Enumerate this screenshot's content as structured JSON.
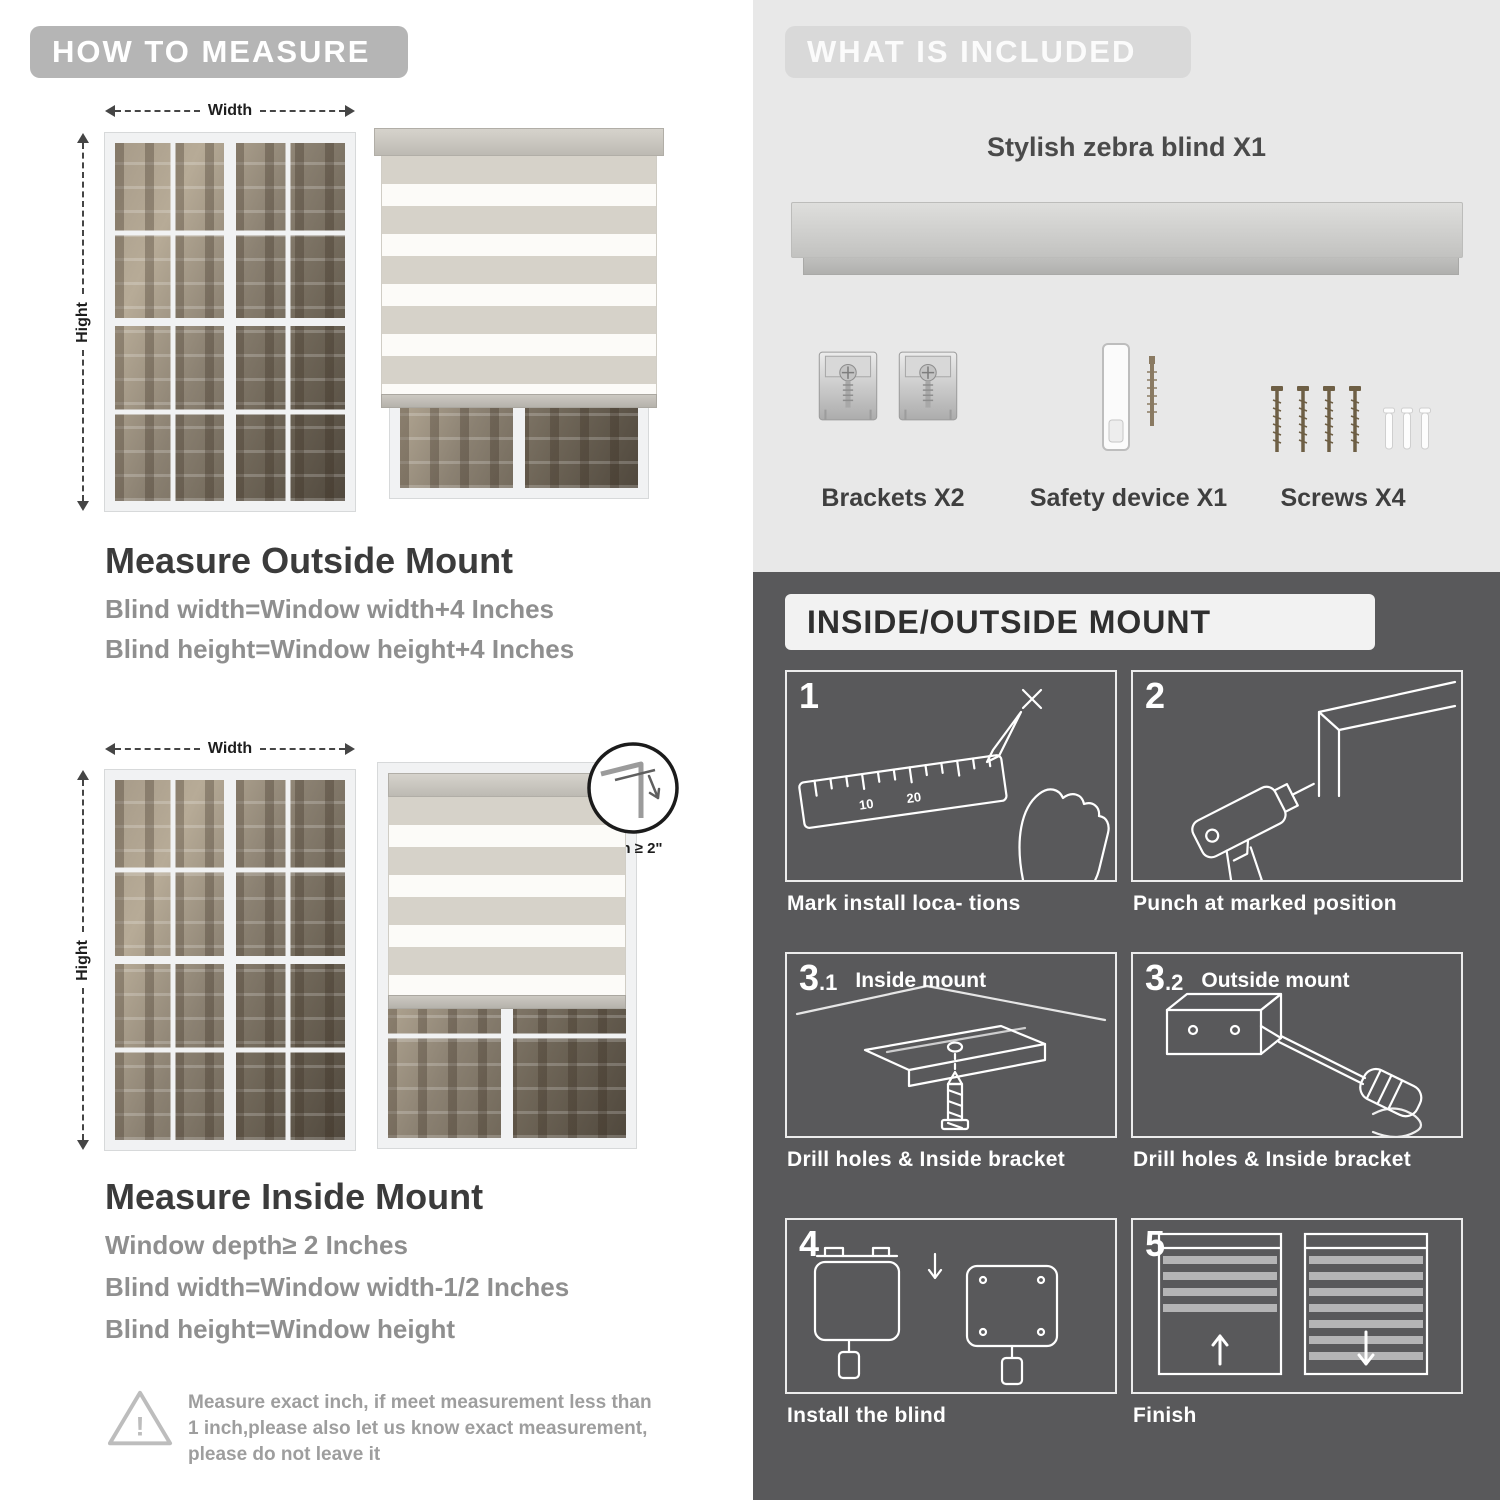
{
  "colors": {
    "banner_gray": "#b5b5b5",
    "light_section_bg": "#e8e8e8",
    "included_banner_bg": "#d9d9d9",
    "dark_section_bg": "#59595b",
    "headline_dark": "#3b3b3b",
    "body_gray": "#8f8f8f"
  },
  "left": {
    "banner_title": "HOW TO MEASURE",
    "dims": {
      "width": "Width",
      "height": "Hight"
    },
    "outside": {
      "title": "Measure Outside Mount",
      "line1": "Blind width=Window width+4 Inches",
      "line2": "Blind height=Window height+4 Inches"
    },
    "inside": {
      "depth_label": "Depth ≥ 2\"",
      "title": "Measure Inside Mount",
      "line1": "Window depth≥ 2 Inches",
      "line2": "Blind width=Window width-1/2 Inches",
      "line3": "Blind height=Window height"
    },
    "warning": {
      "icon": "warning-triangle-icon",
      "text": "Measure exact inch, if meet measurement less than 1 inch,please also let us know exact measurement, please do not leave it"
    }
  },
  "right": {
    "included": {
      "header": "WHAT IS INCLUDED",
      "blind_label": "Stylish zebra blind X1",
      "items": [
        {
          "label": "Brackets X2",
          "icon": "brackets-icon"
        },
        {
          "label": "Safety device X1",
          "icon": "safety-device-icon"
        },
        {
          "label": "Screws X4",
          "icon": "screws-icon"
        }
      ]
    },
    "mount": {
      "header": "INSIDE/OUTSIDE MOUNT",
      "steps": [
        {
          "num": "1",
          "sub": "",
          "title": "",
          "caption": "Mark install loca- tions",
          "ruler": [
            "10",
            "20"
          ]
        },
        {
          "num": "2",
          "sub": "",
          "title": "",
          "caption": "Punch at  marked position"
        },
        {
          "num": "3",
          "sub": ".1",
          "title": "Inside mount",
          "caption": "Drill holes &  Inside bracket"
        },
        {
          "num": "3",
          "sub": ".2",
          "title": "Outside mount",
          "caption": "Drill holes &  Inside bracket"
        },
        {
          "num": "4",
          "sub": "",
          "title": "",
          "caption": "Install the blind"
        },
        {
          "num": "5",
          "sub": "",
          "title": "",
          "caption": "Finish"
        }
      ]
    }
  }
}
